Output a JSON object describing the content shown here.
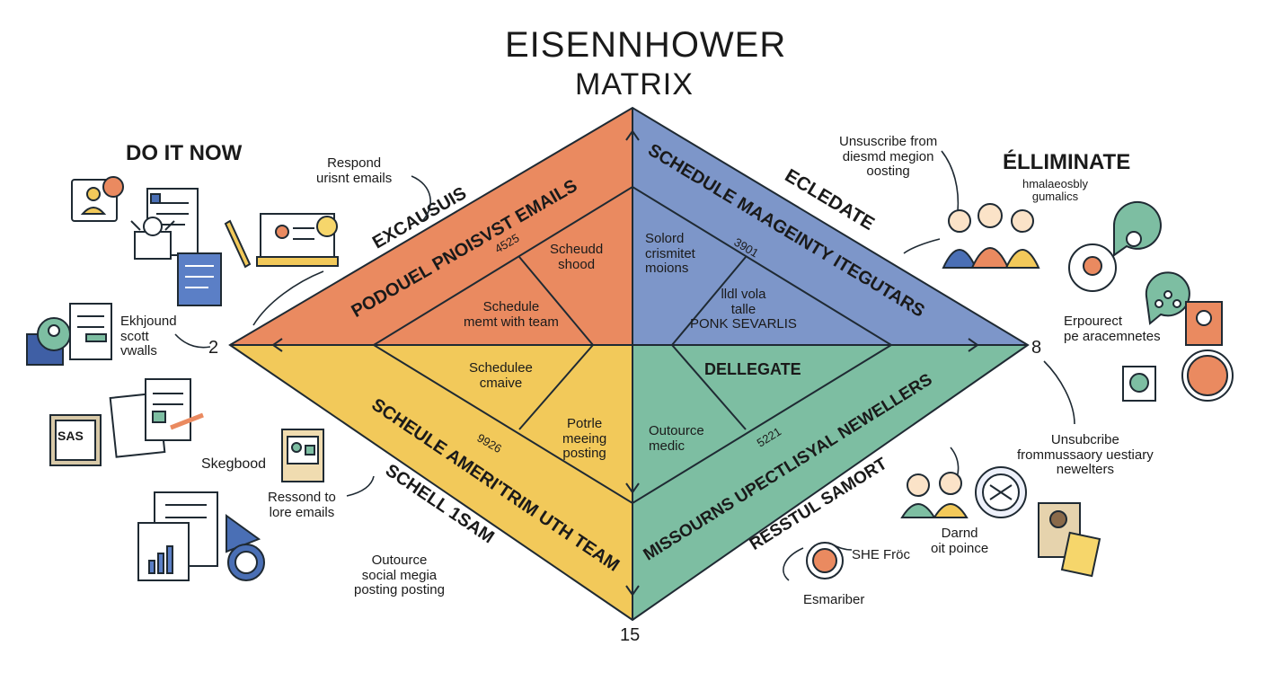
{
  "title": {
    "line1": "EISENNHOWER",
    "line2": "MATRIX"
  },
  "headers": {
    "do_it_now": "DO IT NOW",
    "eliminate": "ÉLLIMINATE"
  },
  "colors": {
    "do": "#ea8a60",
    "schedule": "#7d96c9",
    "delegate": "#7dbea2",
    "eliminate": "#f2c95a",
    "line": "#1f2a33"
  },
  "corner_numbers": {
    "left": "2",
    "right": "8",
    "bottom": "15"
  },
  "band_labels": {
    "tl_outer_a": "EXCAUSUIS",
    "tl_outer_b": "PODOUEL PNOISVST EMAILS",
    "tr_outer_a": "SCHEDULE MAAGEINTY ITEGUTARS",
    "tr_outer_b": "ECLEDATE",
    "bl_outer_a": "SCHEULE AMERI'TRIM UTH TEAM",
    "bl_outer_b": "SCHELL 1SAM",
    "br_outer_a": "MISSOURNS UPECTLISYAL NEWELLERS",
    "br_outer_b": "RESSTUL SAMORT"
  },
  "inner_labels": {
    "tl_num": "4525",
    "tl_text1": "Scheudd\nshood",
    "tl_text2": "Schedule\nmemt with team",
    "tr_text1": "Solord\ncrismitet\nmoions",
    "tr_num": "3901",
    "tr_text2": "lldl vola\ntalle\nPONK SEVARLIS",
    "bl_text1": "Schedulee\ncmaive",
    "bl_num": "9926",
    "bl_text2": "Potrle\nmeeing\nposting",
    "br_title": "DELLEGATE",
    "br_text": "Outource\nmedic",
    "br_num": "5221"
  },
  "left_notes": {
    "respond": "Respond\nurisnt emails",
    "ekhjound": "Ekhjound\nscott\nvwalls",
    "skegbood": "Skegbood",
    "ressond": "Ressond to\nlore emails",
    "outource": "Outource\nsocial megia\nposting posting",
    "sas": "SAS"
  },
  "right_notes": {
    "unsubscribe_top": "Unsuscribe from\ndiesmd megion\noosting",
    "hmalaserbly": "hmalaeosbly\ngumalics",
    "erpourect": "Erpourect\npe aracemnetes",
    "unsubcribe_bottom": "Unsubcribe\nfrommussaory uestiary\nnewelters",
    "darnd": "Darnd\noit poince",
    "she_froc": "SHE Fröc",
    "esmariber": "Esmariber"
  }
}
